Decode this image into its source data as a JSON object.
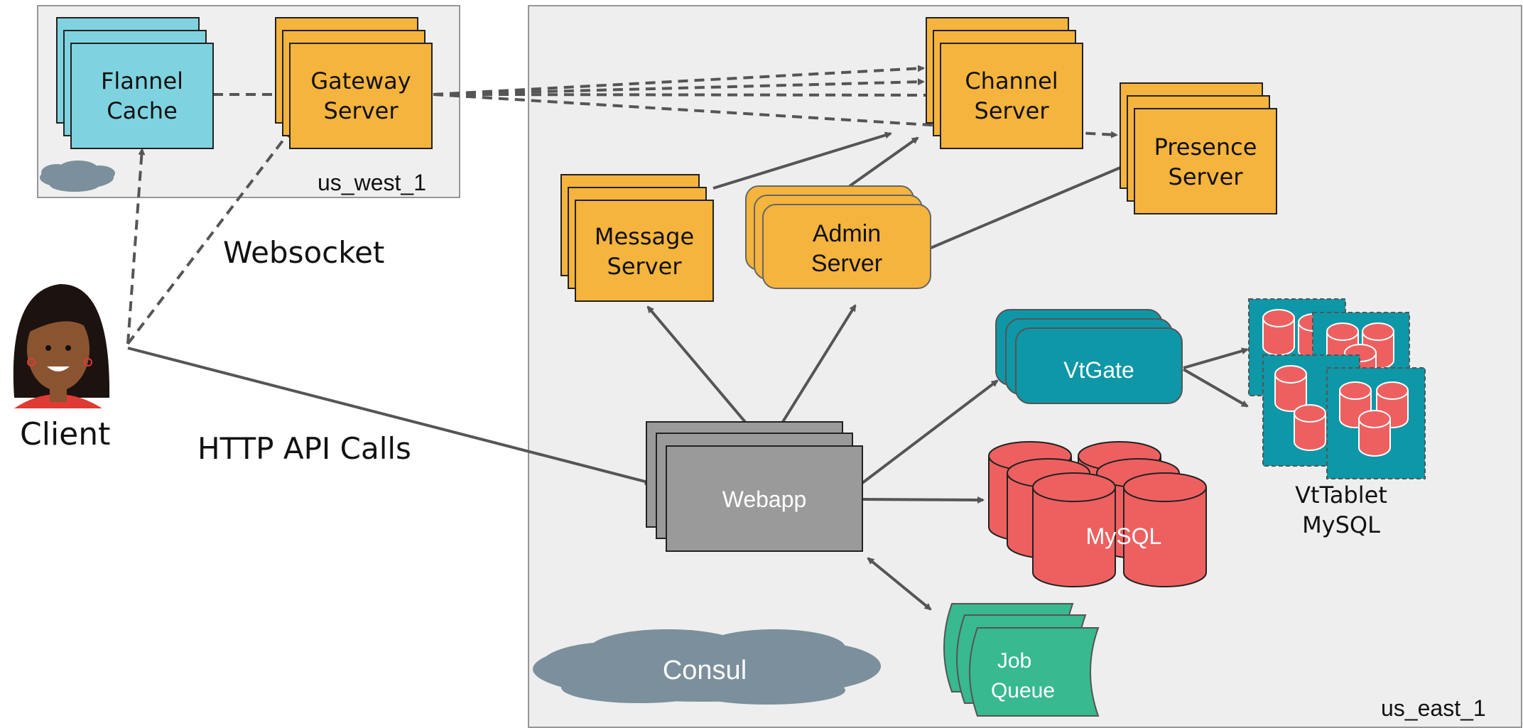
{
  "regions": {
    "west": "us_west_1",
    "east": "us_east_1"
  },
  "nodes": {
    "flannel_cache": [
      "Flannel",
      "Cache"
    ],
    "gateway_server": [
      "Gateway",
      "Server"
    ],
    "channel_server": [
      "Channel",
      "Server"
    ],
    "presence_server": [
      "Presence",
      "Server"
    ],
    "message_server": [
      "Message",
      "Server"
    ],
    "admin_server": [
      "Admin",
      "Server"
    ],
    "webapp": "Webapp",
    "vtgate": "VtGate",
    "vttablet": [
      "VtTablet",
      "MySQL"
    ],
    "mysql": "MySQL",
    "consul": "Consul",
    "job_queue": [
      "Job",
      "Queue"
    ],
    "client": "Client"
  },
  "edge_labels": {
    "websocket": "Websocket",
    "http": "HTTP API Calls"
  },
  "colors": {
    "cache": "#7fd3e0",
    "server": "#f5b43d",
    "webapp": "#9a9a9a",
    "vitess": "#0e97a7",
    "mysql": "#ee6060",
    "queue": "#38b990",
    "cloud": "#7b8f9c",
    "region_bg": "#eeeeee",
    "arrow": "#555555"
  }
}
